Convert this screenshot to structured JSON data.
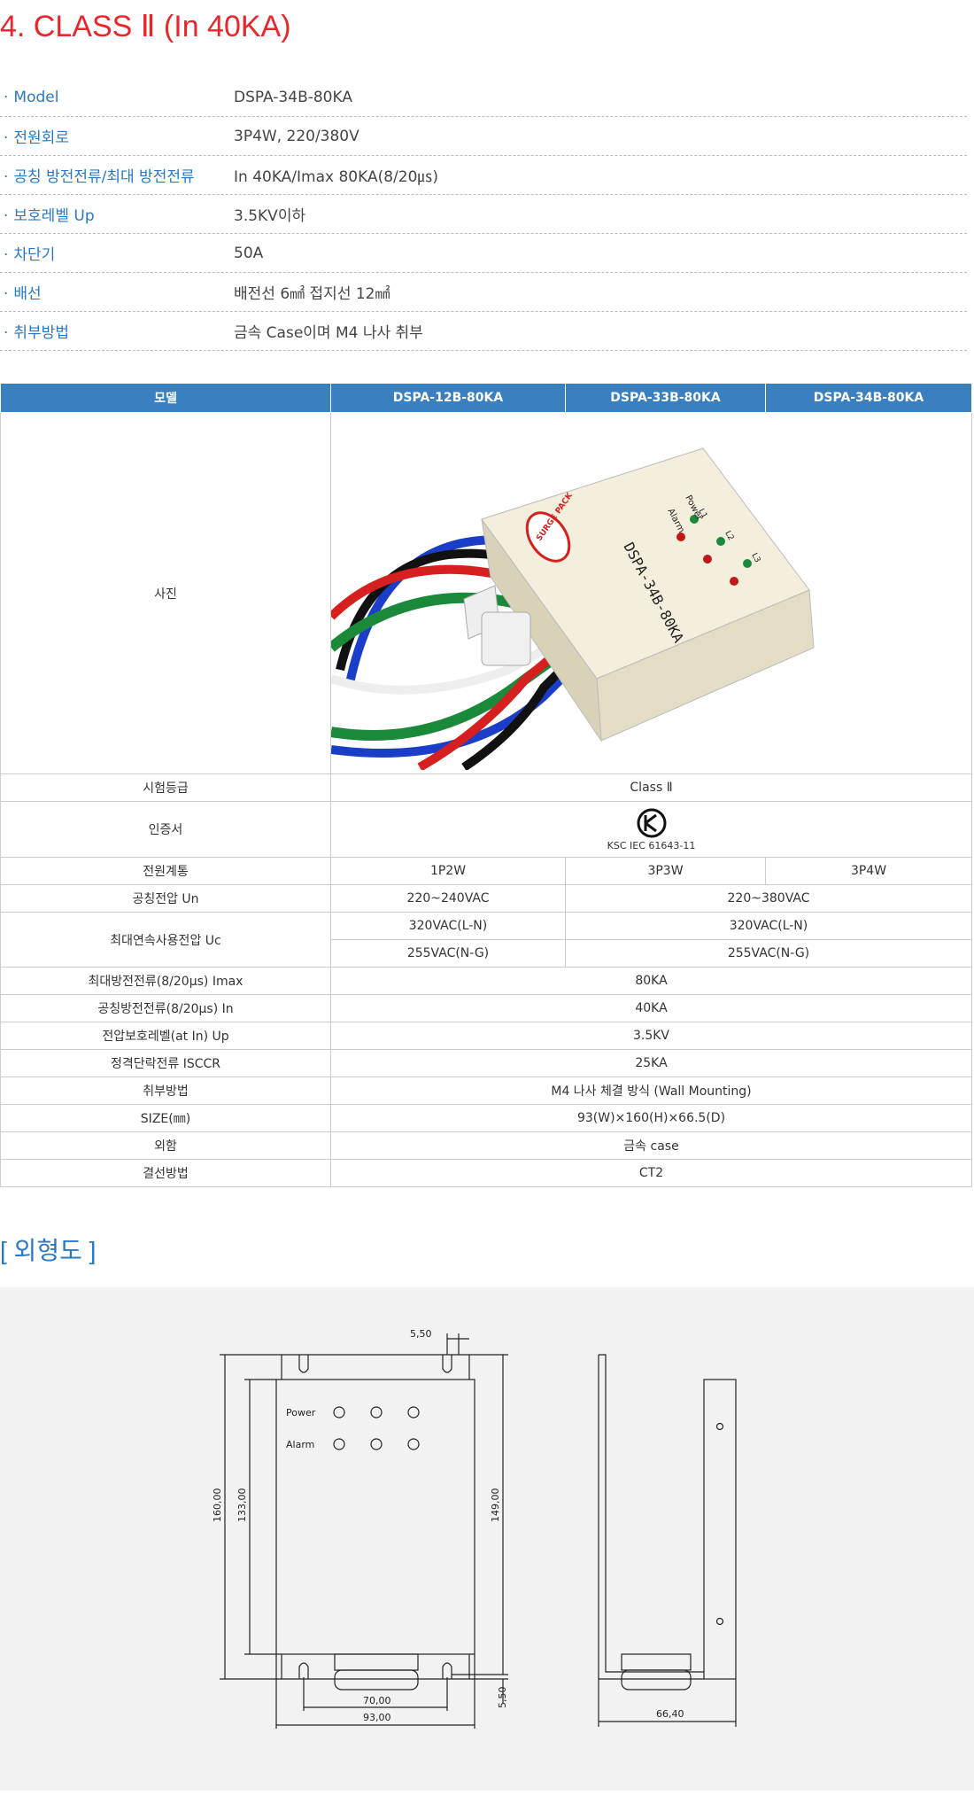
{
  "title": "4. CLASS Ⅱ (In 40KA)",
  "specs": [
    {
      "label": "Model",
      "value": "DSPA-34B-80KA"
    },
    {
      "label": "전원회로",
      "value": "3P4W, 220/380V"
    },
    {
      "label": "공칭 방전전류/최대 방전전류",
      "value": "In 40KA/Imax 80KA(8/20㎲)"
    },
    {
      "label": "보호레벨 Up",
      "value": "3.5KV이하"
    },
    {
      "label": "차단기",
      "value": "50A"
    },
    {
      "label": "배선",
      "value": "배전선 6㎟ 접지선 12㎟"
    },
    {
      "label": "취부방법",
      "value": "금속 Case이며 M4 나사 취부"
    }
  ],
  "table": {
    "header": [
      "모델",
      "DSPA-12B-80KA",
      "DSPA-33B-80KA",
      "DSPA-34B-80KA"
    ],
    "photo_label": "사진",
    "photo": {
      "model_print": "DSPA-34B-80KA",
      "power": "Power",
      "alarm": "Alarm",
      "l1": "L1",
      "l2": "L2",
      "l3": "L3",
      "brand": "SURGE PACK"
    },
    "grade_label": "시험등급",
    "grade_value": "Class Ⅱ",
    "cert_label": "인증서",
    "cert_value": "KSC IEC 61643-11",
    "system_label": "전원계통",
    "system_values": [
      "1P2W",
      "3P3W",
      "3P4W"
    ],
    "un_label": "공칭전압 Un",
    "un_values": [
      "220~240VAC",
      "220~380VAC"
    ],
    "uc_label": "최대연속사용전압 Uc",
    "uc_rows": [
      [
        "320VAC(L-N)",
        "320VAC(L-N)"
      ],
      [
        "255VAC(N-G)",
        "255VAC(N-G)"
      ]
    ],
    "rows": [
      {
        "label": "최대방전전류(8/20μs) Imax",
        "value": "80KA"
      },
      {
        "label": "공칭방전전류(8/20μs) In",
        "value": "40KA"
      },
      {
        "label": "전압보호레벨(at In) Up",
        "value": "3.5KV"
      },
      {
        "label": "정격단락전류 ISCCR",
        "value": "25KA"
      },
      {
        "label": "취부방법",
        "value": "M4 나사 체결 방식 (Wall Mounting)"
      },
      {
        "label": "SIZE(㎜)",
        "value": "93(W)×160(H)×66.5(D)"
      },
      {
        "label": "외함",
        "value": "금속 case"
      },
      {
        "label": "결선방법",
        "value": "CT2"
      }
    ]
  },
  "drawing": {
    "title": "[ 외형도 ]",
    "front": {
      "power": "Power",
      "alarm": "Alarm"
    },
    "dims": {
      "d1": "5,50",
      "d2": "160,00",
      "d3": "133,00",
      "d4": "149,00",
      "d5": "70,00",
      "d6": "93,00",
      "d7": "5,50",
      "d8": "66,40"
    }
  },
  "colors": {
    "accent_red": "#e8262b",
    "accent_blue": "#2a78c4",
    "header_blue": "#3a7fc0"
  }
}
